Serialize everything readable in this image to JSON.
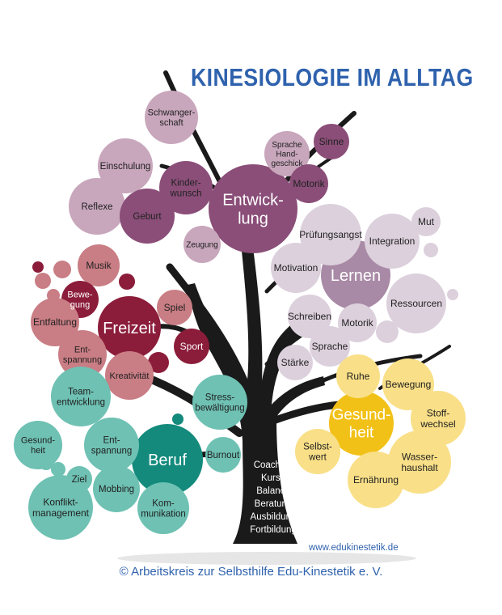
{
  "title": "KINESIOLOGIE IM ALLTAG",
  "trunk_items": [
    "Coaching",
    "Kurse",
    "Balance",
    "Beratung",
    "Ausbildung",
    "Fortbildung"
  ],
  "website": "www.edukinestetik.de",
  "copyright": "© Arbeitskreis zur Selbsthilfe Edu-Kinestetik e. V.",
  "colors": {
    "trunk": "#1a1a1a",
    "entwicklung_dark": "#8a4e78",
    "entwicklung_light": "#c8a6bc",
    "lernen_dark": "#a98aa6",
    "lernen_light": "#dcd0dc",
    "freizeit_dark": "#8b1c3a",
    "freizeit_light": "#c97d84",
    "beruf_dark": "#138a7c",
    "beruf_light": "#6ec1b3",
    "gesundheit_dark": "#f2c118",
    "gesundheit_light": "#f9df87",
    "title_blue": "#2f62ad"
  },
  "groups": {
    "entwicklung": {
      "hub": "Entwick-\nlung",
      "items": [
        "Schwanger-\nschaft",
        "Einschulung",
        "Kinder-\nwunsch",
        "Reflexe",
        "Geburt",
        "Zeugung",
        "Sprache\nHand-\ngeschick",
        "Sinne",
        "Motorik"
      ]
    },
    "lernen": {
      "hub": "Lernen",
      "items": [
        "Prüfungsangst",
        "Mut",
        "Integration",
        "Motivation",
        "Ressourcen",
        "Schreiben",
        "Motorik",
        "Sprache",
        "Stärke"
      ]
    },
    "freizeit": {
      "hub": "Freizeit",
      "items": [
        "Musik",
        "Bewe-\ngung",
        "Spiel",
        "Entfaltung",
        "Sport",
        "Ent-\nspannung",
        "Kreativität"
      ]
    },
    "beruf": {
      "hub": "Beruf",
      "items": [
        "Team-\nentwicklung",
        "Stress-\nbewältigung",
        "Gesund-\nheit",
        "Ent-\nspannung",
        "Burnout",
        "Ziel",
        "Mobbing",
        "Konflikt-\nmanagement",
        "Kom-\nmunikation"
      ]
    },
    "gesundheit": {
      "hub": "Gesund-\nheit",
      "items": [
        "Ruhe",
        "Bewegung",
        "Stoff-\nwechsel",
        "Selbst-\nwert",
        "Wasser-\nhaushalt",
        "Ernährung"
      ]
    }
  }
}
